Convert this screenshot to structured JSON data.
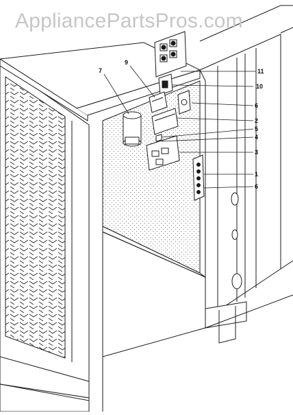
{
  "watermark": "AppliancePartsPros.com",
  "callouts": [
    {
      "id": "c7",
      "label": "7"
    },
    {
      "id": "c9",
      "label": "9"
    },
    {
      "id": "c11",
      "label": "11"
    },
    {
      "id": "c10",
      "label": "10"
    },
    {
      "id": "c6a",
      "label": "6"
    },
    {
      "id": "c2",
      "label": "2"
    },
    {
      "id": "c5",
      "label": "5"
    },
    {
      "id": "c4",
      "label": "4"
    },
    {
      "id": "c3",
      "label": "3"
    },
    {
      "id": "c1",
      "label": "1"
    },
    {
      "id": "c6b",
      "label": "6"
    }
  ],
  "colors": {
    "line": "#1a1a1a",
    "watermark": "#c6c6c6",
    "background": "#ffffff"
  }
}
